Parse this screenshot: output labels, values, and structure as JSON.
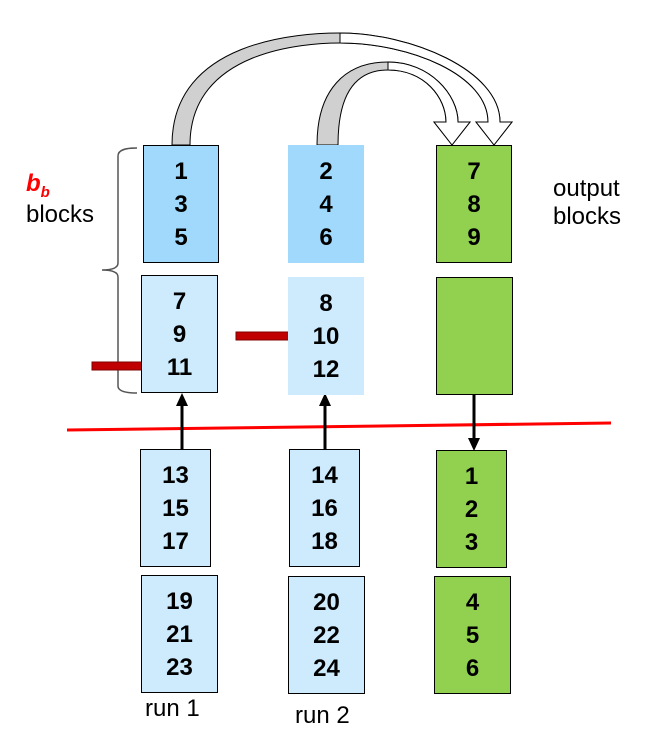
{
  "left_label": {
    "symbol": "b",
    "subscript": "b",
    "text": "blocks",
    "symbol_color": "#ff0000"
  },
  "right_label": {
    "line1": "output",
    "line2": "blocks"
  },
  "runs": [
    {
      "label": "run 1",
      "buffer_blocks": [
        [
          "1",
          "3",
          "5"
        ],
        [
          "7",
          "9",
          "11"
        ]
      ],
      "disk_blocks": [
        [
          "13",
          "15",
          "17"
        ],
        [
          "19",
          "21",
          "23"
        ]
      ],
      "pointer_at": "11"
    },
    {
      "label": "run 2",
      "buffer_blocks": [
        [
          "2",
          "4",
          "6"
        ],
        [
          "8",
          "10",
          "12"
        ]
      ],
      "disk_blocks": [
        [
          "14",
          "16",
          "18"
        ],
        [
          "20",
          "22",
          "24"
        ]
      ],
      "pointer_at": "10"
    }
  ],
  "output": {
    "buffer_blocks": [
      [
        "7",
        "8",
        "9"
      ],
      []
    ],
    "disk_blocks": [
      [
        "1",
        "2",
        "3"
      ],
      [
        "4",
        "5",
        "6"
      ]
    ]
  },
  "colors": {
    "buffer_active": "#a0d9fb",
    "buffer_light": "#cdebfd",
    "output": "#92d050",
    "memory_boundary": "#ff0000",
    "pointer": "#c00000",
    "merge_arrow": "#d0d0d0"
  }
}
